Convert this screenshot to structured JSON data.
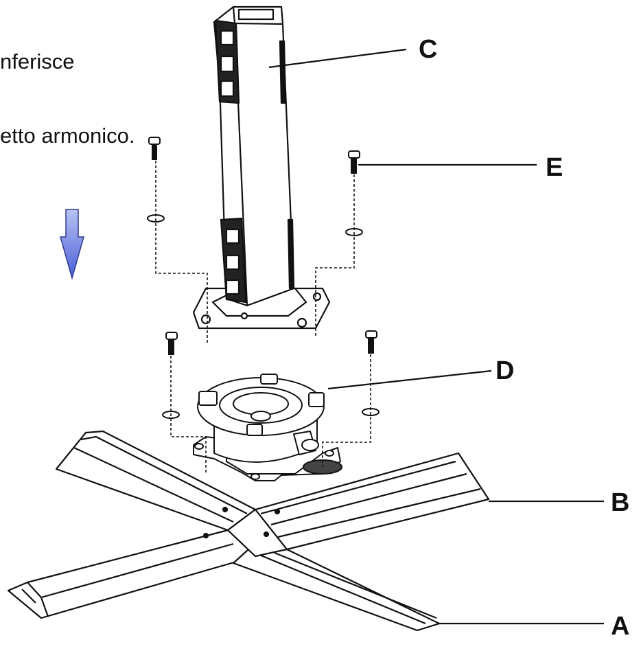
{
  "caption": {
    "line1": "nferisce",
    "line2": "etto armonico."
  },
  "callouts": {
    "a": "A",
    "b": "B",
    "c": "C",
    "d": "D",
    "e": "E"
  },
  "colors": {
    "line": "#111111",
    "arrow_top": "#b9c3f4",
    "arrow_bottom": "#4a5fd6"
  },
  "icons": {
    "arrow": "down-arrow-icon"
  }
}
